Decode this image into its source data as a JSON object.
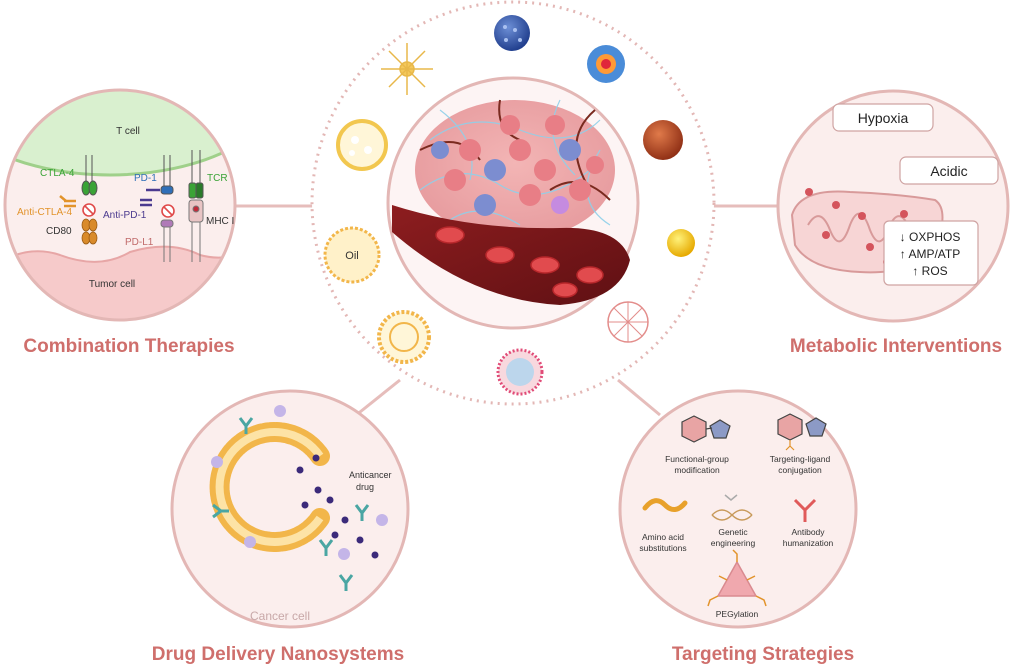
{
  "titles": {
    "combination": "Combination Therapies",
    "metabolic": "Metabolic Interventions",
    "drug_delivery": "Drug Delivery Nanosystems",
    "targeting": "Targeting Strategies"
  },
  "combination": {
    "t_cell": "T cell",
    "tumor_cell": "Tumor cell",
    "ctla4": "CTLA-4",
    "anti_ctla4": "Anti-CTLA-4",
    "cd80": "CD80",
    "pd1": "PD-1",
    "anti_pd1": "Anti-PD-1",
    "pdl1": "PD-L1",
    "tcr": "TCR",
    "mhc1": "MHC I"
  },
  "center": {
    "oil": "Oil"
  },
  "metabolic": {
    "hypoxia": "Hypoxia",
    "acidic": "Acidic",
    "oxphos": "↓ OXPHOS",
    "amp_atp": "↑ AMP/ATP",
    "ros": "↑ ROS"
  },
  "drug_delivery": {
    "anticancer_1": "Anticancer",
    "anticancer_2": "drug",
    "cancer_cell": "Cancer cell"
  },
  "targeting": {
    "functional_1": "Functional-group",
    "functional_2": "modification",
    "ligand_1": "Targeting-ligand",
    "ligand_2": "conjugation",
    "amino_1": "Amino acid",
    "amino_2": "substitutions",
    "genetic_1": "Genetic",
    "genetic_2": "engineering",
    "antibody_1": "Antibody",
    "antibody_2": "humanization",
    "peg": "PEGylation"
  },
  "colors": {
    "accent_title": "#cf6f6c",
    "circle_border": "#e3b7b5",
    "circle_fill": "#fbeeed",
    "t_cell": "#d9f0cf",
    "tumor_cell": "#f6caca",
    "ctla4": "#3aa336",
    "anti_ctla4": "#e2932b",
    "pd1": "#2f6fb8",
    "anti_pd1": "#4b3a8f",
    "tcr": "#3aa336"
  }
}
